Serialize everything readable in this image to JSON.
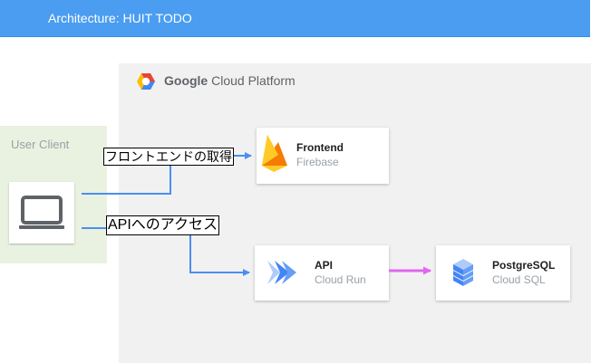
{
  "header": {
    "title": "Architecture: HUIT TODO"
  },
  "platform": {
    "brand": "Google",
    "product": "Cloud Platform",
    "icon": "google-cloud-hexagon-icon"
  },
  "client": {
    "title": "User Client",
    "icon": "laptop-icon"
  },
  "nodes": {
    "frontend": {
      "title": "Frontend",
      "subtitle": "Firebase",
      "icon": "firebase-flame-icon"
    },
    "api": {
      "title": "API",
      "subtitle": "Cloud Run",
      "icon": "cloud-run-icon"
    },
    "db": {
      "title": "PostgreSQL",
      "subtitle": "Cloud SQL",
      "icon": "cloud-sql-icon"
    }
  },
  "edges": {
    "to_frontend": {
      "label": "フロントエンドの取得",
      "color": "#4a8ef0"
    },
    "to_api": {
      "label": "APIへのアクセス",
      "color": "#4a8ef0"
    },
    "api_to_db": {
      "color": "#e066f0"
    }
  }
}
